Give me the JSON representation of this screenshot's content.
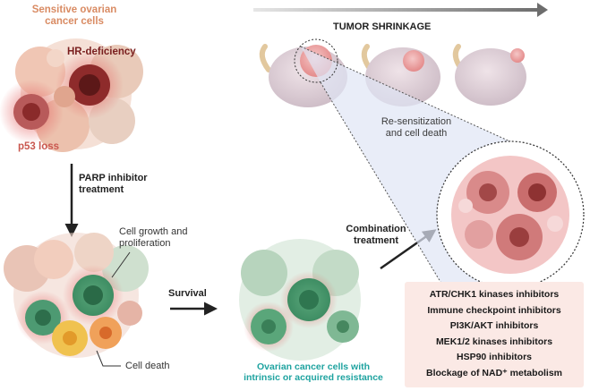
{
  "labels": {
    "sensitive": "Sensitive ovarian\ncancer cells",
    "hr_deficiency": "HR-deficiency",
    "p53_loss": "p53 loss",
    "parp_treatment": "PARP inhibitor\ntreatment",
    "cell_growth": "Cell growth and\nproliferation",
    "cell_death": "Cell death",
    "survival": "Survival",
    "resistant": "Ovarian cancer cells with\nintrinsic or acquired resistance",
    "combination": "Combination\ntreatment",
    "tumor_shrinkage": "TUMOR SHRINKAGE",
    "resensitization": "Re-sensitization\nand cell death"
  },
  "inhibitors": [
    "ATR/CHK1 kinases inhibitors",
    "Immune checkpoint inhibitors",
    "PI3K/AKT inhibitors",
    "MEK1/2 kinases inhibitors",
    "HSP90 inhibitors",
    "Blockage of NAD⁺ metabolism"
  ],
  "colors": {
    "orange_title": "#d98b63",
    "dark_red": "#7a1f1f",
    "teal": "#1fa3a0",
    "arrow_gray": "#8a8a8a",
    "box_pink": "#fbe9e5"
  }
}
